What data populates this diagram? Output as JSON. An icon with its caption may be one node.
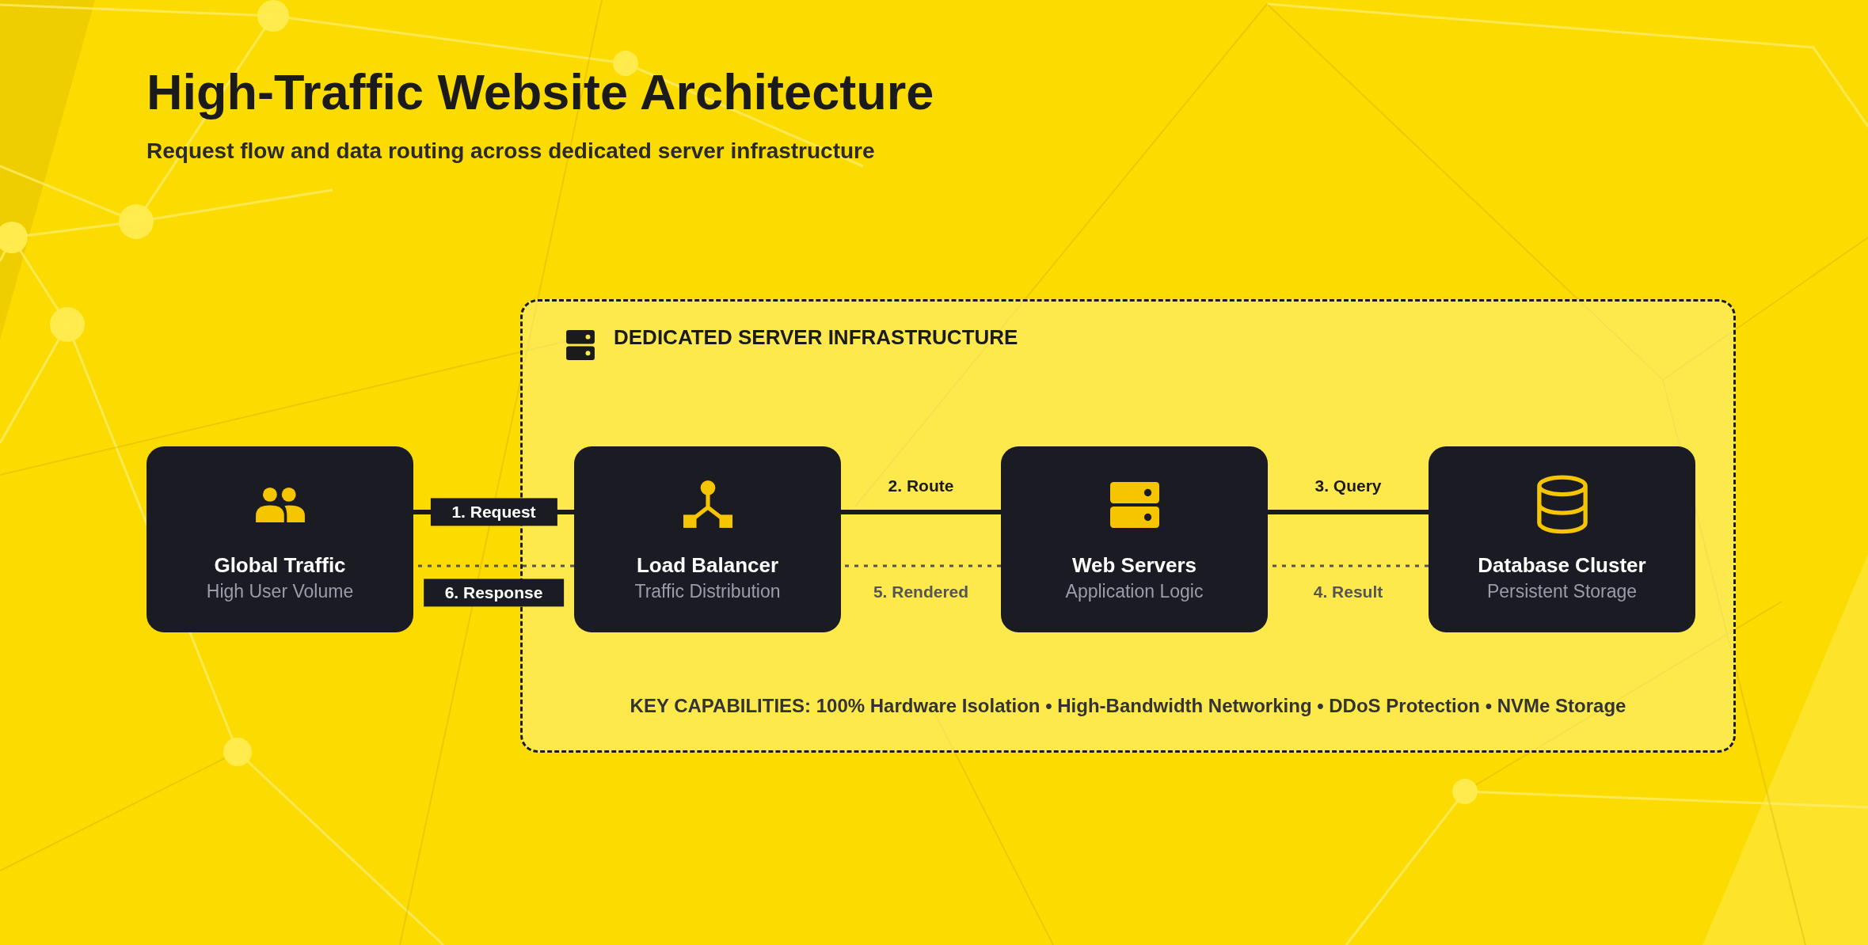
{
  "diagram": {
    "title": "High-Traffic Website Architecture",
    "nodes": [
      {
        "text": [
          "Global Traffic",
          "High User Volume"
        ]
      },
      {
        "text": [
          "DEDICATED SERVER INFRASTRUCTURE",
          "KEY CAPABILITIES: 100% Hardware Isolation • High-Bandwidth Networking • DDoS Protection • NVMe Storage"
        ]
      },
      {
        "text": [
          "Load Balancer",
          "Traffic Distribution"
        ],
        "in": 1
      },
      {
        "text": [
          "Web Servers",
          "Application Logic"
        ],
        "in": 1
      },
      {
        "text": [
          "Database Cluster",
          "Persistent Storage"
        ],
        "in": 1
      }
    ],
    "edges": [
      {
        "from": 0,
        "to": 2,
        "arrow": "none",
        "label": "1. Request"
      },
      {
        "from": 2,
        "to": 3,
        "arrow": "none",
        "label": "2. Route"
      },
      {
        "from": 3,
        "to": 4,
        "arrow": "none",
        "label": "3. Query"
      },
      {
        "from": 4,
        "to": 3,
        "arrow": "none",
        "label": "4. Result",
        "style": "dashed",
        "color": "#555555"
      },
      {
        "from": 3,
        "to": 2,
        "arrow": "none",
        "label": "5. Rendered",
        "style": "dashed",
        "color": "#555555"
      },
      {
        "from": 2,
        "to": 0,
        "arrow": "none",
        "label": "6. Response",
        "style": "dashed",
        "color": "#555555"
      }
    ],
    "labels": [
      "Request flow and data routing across dedicated server infrastructure"
    ]
  }
}
